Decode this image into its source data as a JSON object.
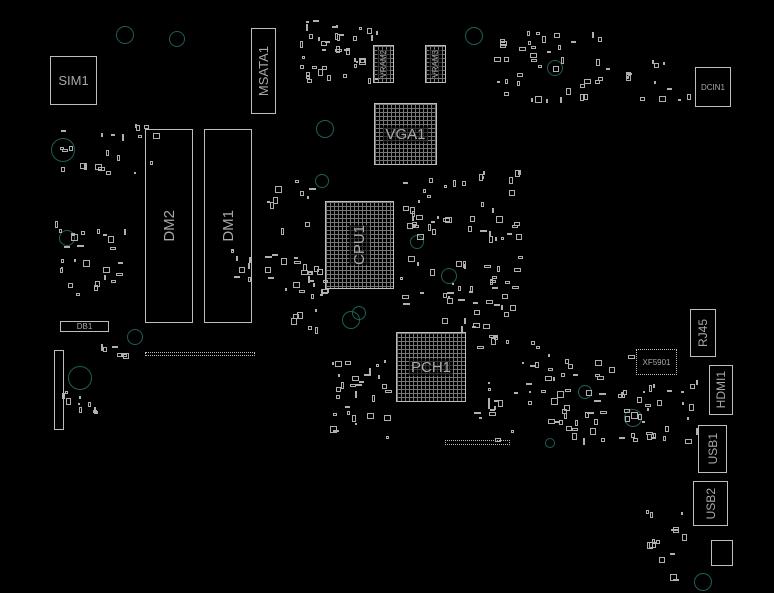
{
  "board": {
    "components": {
      "sim": "SIM1",
      "msata": "MSATA1",
      "dimm2": "DM2",
      "dimm1": "DM1",
      "vga": "VGA1",
      "vram2": "VRAM2",
      "vram3": "VRAM3",
      "cpu": "CPU1",
      "pch": "PCH1",
      "dcin": "DCIN1",
      "xf": "XF5901",
      "rj45": "RJ45",
      "hdmi": "HDMI1",
      "usb1": "USB1",
      "usb2": "USB2",
      "db": "DB1"
    },
    "colors": {
      "outline": "#bdbdbd",
      "hole": "#1f5e58",
      "background": "#000000"
    }
  }
}
